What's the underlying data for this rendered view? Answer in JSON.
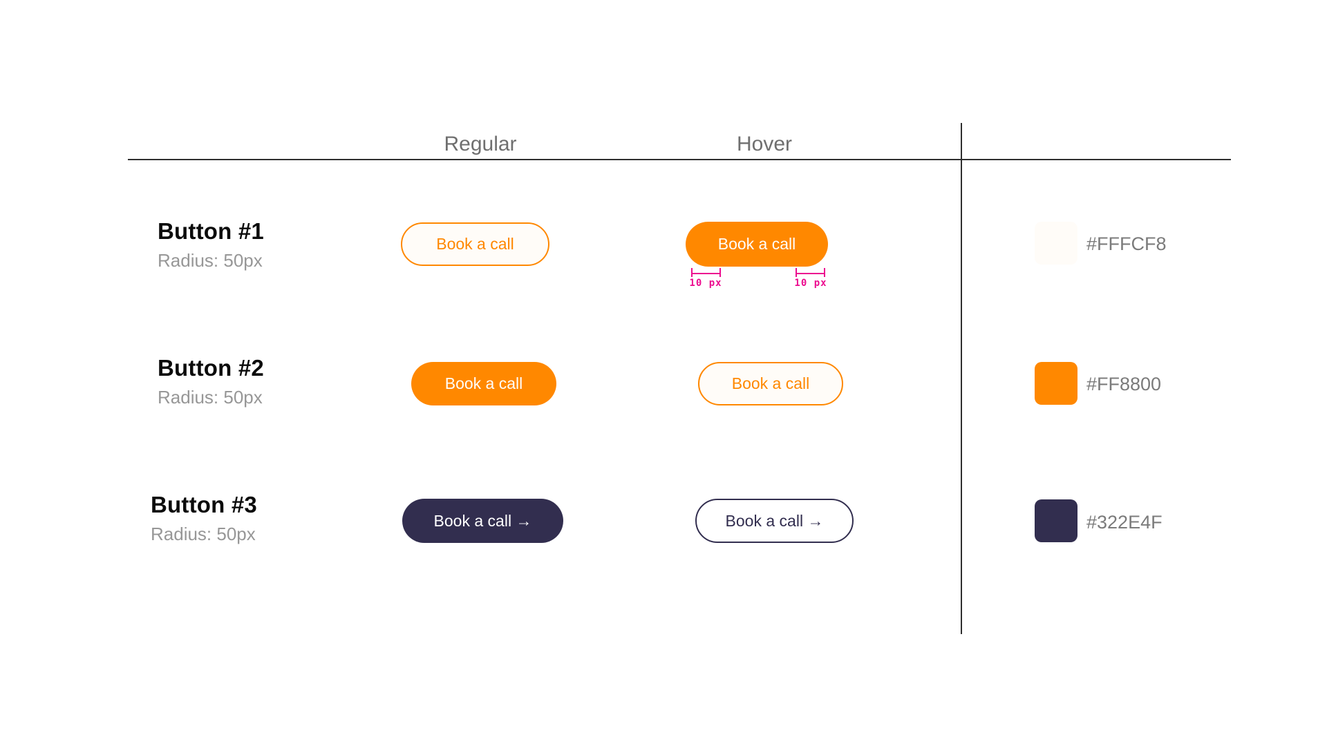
{
  "columns": {
    "regular": "Regular",
    "hover": "Hover"
  },
  "colors": {
    "cream": "#FFFCF8",
    "orange": "#FF8800",
    "dark": "#322E4F",
    "pink": "#EC0C8F",
    "line": "#2E2E2E"
  },
  "rows": [
    {
      "name": "Button #1",
      "radius": "Radius: 50px",
      "regular_label": "Book a call",
      "hover_label": "Book a call",
      "swatch_hex": "#FFFCF8",
      "dim_left": "10 px",
      "dim_right": "10 px"
    },
    {
      "name": "Button #2",
      "radius": "Radius: 50px",
      "regular_label": "Book a call",
      "hover_label": "Book a call",
      "swatch_hex": "#FF8800"
    },
    {
      "name": "Button #3",
      "radius": "Radius: 50px",
      "regular_label": "Book a call →",
      "hover_label": "Book a call →",
      "swatch_hex": "#322E4F"
    }
  ]
}
